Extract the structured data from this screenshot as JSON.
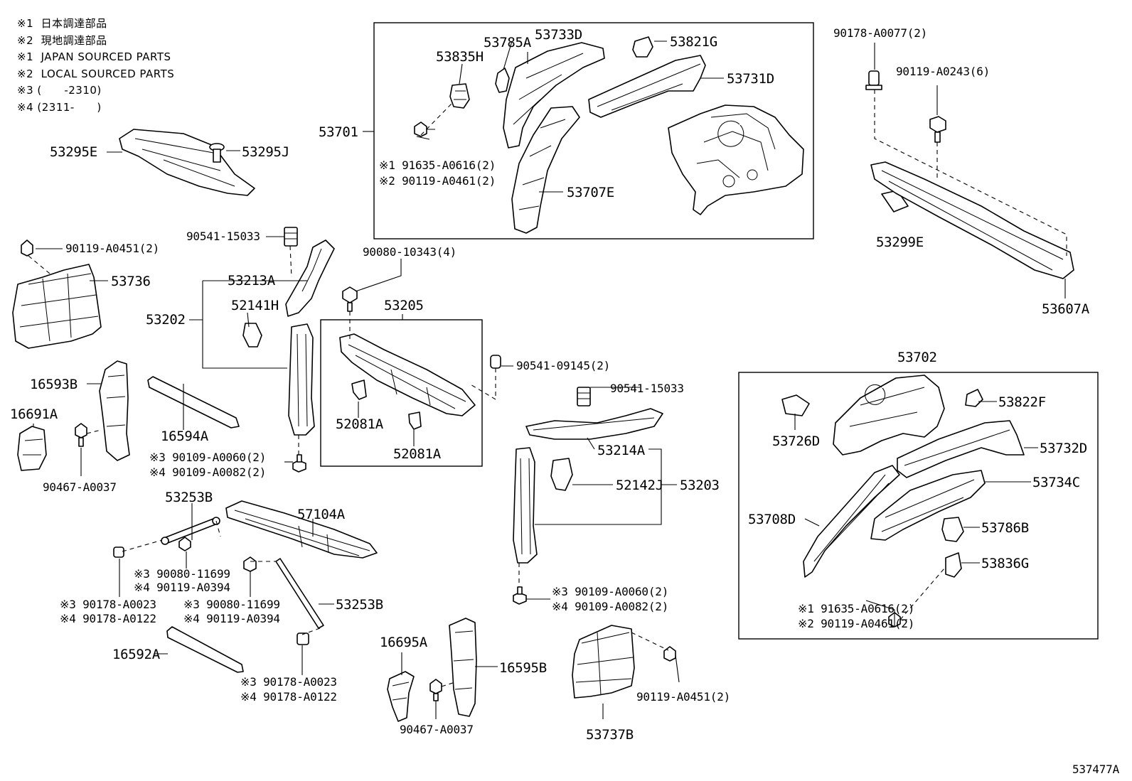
{
  "legend": [
    "※1  日本調達部品",
    "※2  現地調達部品",
    "※1  JAPAN SOURCED PARTS",
    "※2  LOCAL SOURCED PARTS",
    "※3 (      -2310)",
    "※4 (2311-      )"
  ],
  "labels": {
    "p53295E": "53295E",
    "p53295J": "53295J",
    "p53701": "53701",
    "p53785A": "53785A",
    "p53733D": "53733D",
    "p53835H": "53835H",
    "p53821G": "53821G",
    "p53731D": "53731D",
    "p53707E": "53707E",
    "p91635_top": "※1 91635-A0616(2)",
    "p90119_0461_top": "※2 90119-A0461(2)",
    "p90178_0077": "90178-A0077(2)",
    "p90119_0243": "90119-A0243(6)",
    "p53299E": "53299E",
    "p53607A": "53607A",
    "p90119_0451_left": "90119-A0451(2)",
    "p53736": "53736",
    "p90541_15033_a": "90541-15033",
    "p53213A": "53213A",
    "p53202": "53202",
    "p52141H": "52141H",
    "p90080_10343": "90080-10343(4)",
    "p53205": "53205",
    "p90541_09145": "90541-09145(2)",
    "p52081A_1": "52081A",
    "p52081A_2": "52081A",
    "p16593B": "16593B",
    "p16691A": "16691A",
    "p16594A": "16594A",
    "p90467_A0037_left": "90467-A0037",
    "p90109_0060_a": "※3 90109-A0060(2)",
    "p90109_0082_a": "※4 90109-A0082(2)",
    "p90541_15033_b": "90541-15033",
    "p53214A": "53214A",
    "p52142J": "52142J",
    "p53203": "53203",
    "p90109_0060_b": "※3 90109-A0060(2)",
    "p90109_0082_b": "※4 90109-A0082(2)",
    "p53253B_top": "53253B",
    "p57104A": "57104A",
    "p90080_11699_a": "※3 90080-11699",
    "p90119_0394_a": "※4 90119-A0394",
    "p90080_11699_b": "※3 90080-11699",
    "p90119_0394_b": "※4 90119-A0394",
    "p90178_0023_a": "※3 90178-A0023",
    "p90178_0122_a": "※4 90178-A0122",
    "p53253B_bottom": "53253B",
    "p16592A": "16592A",
    "p90178_0023_b": "※3 90178-A0023",
    "p90178_0122_b": "※4 90178-A0122",
    "p16695A": "16695A",
    "p16595B": "16595B",
    "p90467_A0037_bottom": "90467-A0037",
    "p53737B": "53737B",
    "p90119_0451_right": "90119-A0451(2)",
    "p53702": "53702",
    "p53822F": "53822F",
    "p53726D": "53726D",
    "p53732D": "53732D",
    "p53734C": "53734C",
    "p53708D": "53708D",
    "p53786B": "53786B",
    "p53836G": "53836G",
    "p91635_bottom": "※1 91635-A0616(2)",
    "p90119_0461_bottom": "※2 90119-A0461(2)",
    "diagram_id": "537477A"
  }
}
